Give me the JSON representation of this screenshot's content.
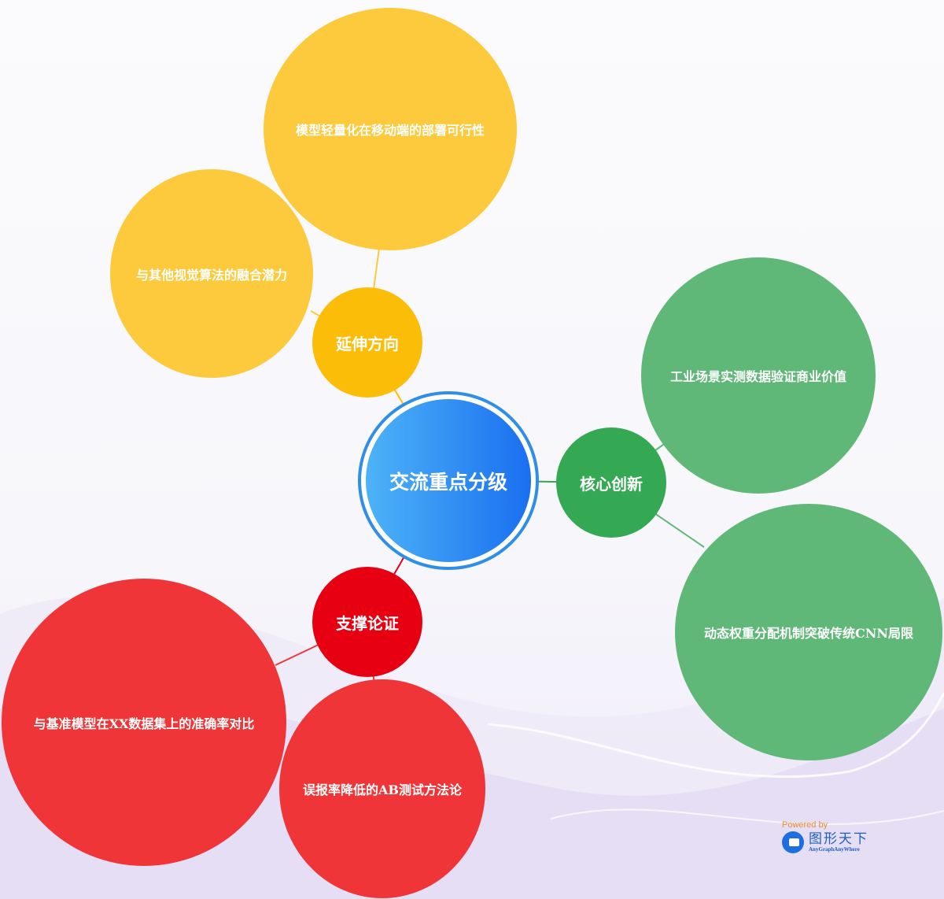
{
  "center": {
    "label": "交流重点分级",
    "color_start": "#4db3f7",
    "color_end": "#1a6ff0"
  },
  "branches": [
    {
      "label": "延伸方向",
      "color": "#fbbd08",
      "leaves": [
        {
          "label": "模型轻量化在移动端的部署可行性",
          "color": "#fcca3c"
        },
        {
          "label": "与其他视觉算法的融合潜力",
          "color": "#fcca3c"
        }
      ]
    },
    {
      "label": "核心创新",
      "color": "#34a853",
      "leaves": [
        {
          "label": "工业场景实测数据验证商业价值",
          "color": "#5fb877"
        },
        {
          "label": "动态权重分配机制突破传统CNN局限",
          "color": "#5fb877"
        }
      ]
    },
    {
      "label": "支撑论证",
      "color": "#e60012",
      "leaves": [
        {
          "label": "与基准模型在XX数据集上的准确率对比",
          "color": "#ef3537"
        },
        {
          "label": "误报率降低的AB测试方法论",
          "color": "#ef3537"
        }
      ]
    }
  ],
  "watermark": {
    "powered": "Powered by",
    "brand_cn": "图形天下",
    "brand_en": "AnyGraphAnyWhere"
  }
}
